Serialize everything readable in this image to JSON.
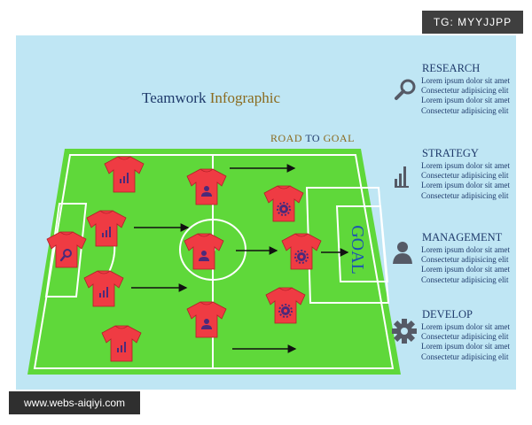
{
  "watermarks": {
    "tag": "TG: MYYJJPP",
    "url": "www.webs-aiqiyi.com"
  },
  "title": {
    "word1": "Teamwork",
    "word2": "Infographic"
  },
  "road": {
    "w1": "ROAD",
    "w2": "TO",
    "w3": "GOAL"
  },
  "goal_label": "GOAL",
  "sections": [
    {
      "heading": "RESEARCH",
      "icon": "magnifier-icon",
      "lines": [
        "Lorem ipsum dolor sit amet",
        "Consectetur adipisicing elit",
        "Lorem ipsum dolor sit amet",
        "Consectetur adipisicing elit"
      ]
    },
    {
      "heading": "STRATEGY",
      "icon": "bar-chart-icon",
      "lines": [
        "Lorem ipsum dolor sit amet",
        "Consectetur adipisicing elit",
        "Lorem ipsum dolor sit amet",
        "Consectetur adipisicing elit"
      ]
    },
    {
      "heading": "MANAGEMENT",
      "icon": "person-icon",
      "lines": [
        "Lorem ipsum dolor sit amet",
        "Consectetur adipisicing elit",
        "Lorem ipsum dolor sit amet",
        "Consectetur adipisicing elit"
      ]
    },
    {
      "heading": "DEVELOP",
      "icon": "gear-icon",
      "lines": [
        "Lorem ipsum dolor sit amet",
        "Consectetur adipisicing elit",
        "Lorem ipsum dolor sit amet",
        "Consectetur adipisicing elit"
      ]
    }
  ],
  "colors": {
    "field": "#5fd83a",
    "field_lines": "#ffffff",
    "jersey": "#ef3b43",
    "background": "#bfe6f4",
    "heading_text": "#1f3a6b",
    "accent_text": "#8a6a1e",
    "icon_gray": "#555a66"
  },
  "players": [
    {
      "role": "strategy",
      "icon": "bar-chart-icon"
    },
    {
      "role": "management",
      "icon": "person-icon"
    },
    {
      "role": "develop",
      "icon": "gear-icon"
    },
    {
      "role": "strategy",
      "icon": "bar-chart-icon"
    },
    {
      "role": "research",
      "icon": "magnifier-icon"
    },
    {
      "role": "management",
      "icon": "person-icon"
    },
    {
      "role": "develop",
      "icon": "gear-icon"
    },
    {
      "role": "strategy",
      "icon": "bar-chart-icon"
    },
    {
      "role": "management",
      "icon": "person-icon"
    },
    {
      "role": "develop",
      "icon": "gear-icon"
    },
    {
      "role": "strategy",
      "icon": "bar-chart-icon"
    }
  ]
}
